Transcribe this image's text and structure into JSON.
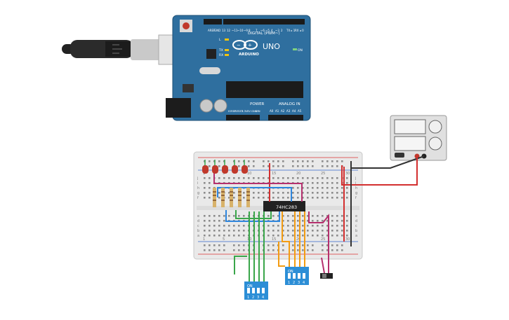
{
  "arduino": {
    "model": "UNO",
    "brand": "ARDUINO",
    "header_digital": "DIGITAL (PWM~)",
    "header_power": "POWER",
    "header_analog": "ANALOG IN",
    "label_on": "ON",
    "label_l": "L",
    "label_tx": "TX",
    "label_rx": "RX",
    "label_aref": "AREF",
    "label_gnd": "GND",
    "label_ioref": "IOREF",
    "label_reset": "RESET",
    "label_3v3": "3.3V",
    "label_5v": "5V",
    "label_vin": "VIN",
    "label_a0": "A0",
    "label_a1": "A1",
    "label_a2": "A2",
    "label_a3": "A3",
    "label_a4": "A4",
    "label_a5": "A5",
    "label_d13": "13",
    "label_d12": "12",
    "label_d11": "~11",
    "label_d10": "~10",
    "label_d9": "~9",
    "label_d8": "8",
    "label_d7": "7",
    "label_d6": "~6",
    "label_d5": "~5",
    "label_d4": "4",
    "label_d3": "~3",
    "label_d2": "2",
    "label_tx1": "TX ▸ 1",
    "label_rx0": "RX ◂ 0"
  },
  "breadboard": {
    "row_labels_top": [
      "j",
      "i",
      "h",
      "g",
      "f"
    ],
    "row_labels_bottom": [
      "e",
      "d",
      "c",
      "b",
      "a"
    ],
    "col_numbers": [
      "1",
      "5",
      "10",
      "15",
      "20",
      "25",
      "30"
    ]
  },
  "ic": {
    "label": "74HC283"
  },
  "dip_left": {
    "on_label": "ON",
    "positions": [
      "1",
      "2",
      "3",
      "4"
    ]
  },
  "dip_right": {
    "on_label": "ON",
    "positions": [
      "1",
      "2",
      "3",
      "4"
    ]
  },
  "power_supply": {
    "display_top": "",
    "display_bottom": ""
  },
  "colors": {
    "board_blue": "#2f6f9f",
    "breadboard": "#e9e9e9",
    "led_red": "#c0392b",
    "wire_red": "#d32f2f",
    "wire_black": "#333333",
    "wire_green": "#3aa64a",
    "wire_orange": "#f39c12",
    "wire_blue": "#2e86de",
    "wire_magenta": "#b5306e",
    "dip_blue": "#2c8ed6"
  }
}
